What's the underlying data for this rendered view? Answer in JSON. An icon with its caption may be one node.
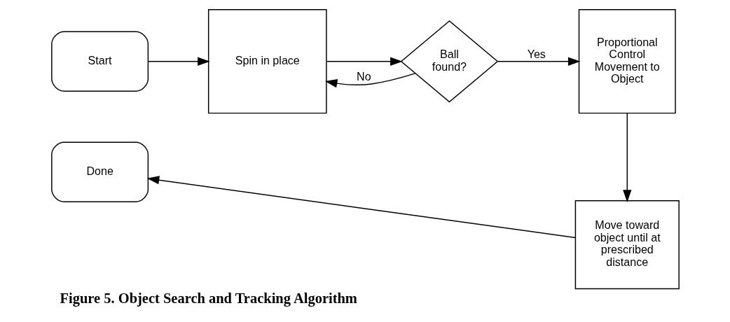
{
  "diagram": {
    "caption": "Figure 5. Object Search and Tracking Algorithm",
    "nodes": [
      {
        "text": [
          "Start"
        ]
      },
      {
        "text": [
          "Spin in place"
        ]
      },
      {
        "text": [
          "Ball found?"
        ]
      },
      {
        "text": [
          "Proportional Control Movement to Object"
        ]
      },
      {
        "text": [
          "Move toward object until at prescribed distance"
        ]
      },
      {
        "text": [
          "Done"
        ]
      }
    ],
    "edges": [
      {
        "from": 0,
        "to": 1,
        "arrow": "to"
      },
      {
        "from": 1,
        "to": 2,
        "arrow": "to"
      },
      {
        "from": 2,
        "to": 3,
        "arrow": "to",
        "label": "Yes"
      },
      {
        "from": 2,
        "to": 1,
        "arrow": "to",
        "label": "No"
      },
      {
        "from": 3,
        "to": 4,
        "arrow": "to"
      },
      {
        "from": 4,
        "to": 5,
        "arrow": "to"
      }
    ]
  }
}
